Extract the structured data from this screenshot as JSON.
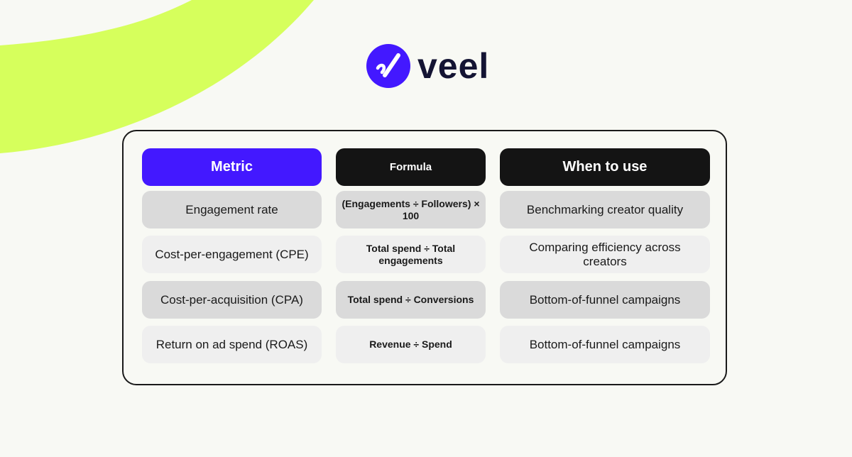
{
  "brand": {
    "name": "veel",
    "accent_color": "#4318ff",
    "lime_color": "#d6ff5c",
    "dark_color": "#141414"
  },
  "table": {
    "headers": [
      "Metric",
      "Formula",
      "When to use"
    ],
    "rows": [
      [
        "Engagement rate",
        "(Engagements ÷ Followers) × 100",
        "Benchmarking creator quality"
      ],
      [
        "Cost-per-engagement (CPE)",
        "Total spend ÷ Total engagements",
        "Comparing efficiency across creators"
      ],
      [
        "Cost-per-acquisition (CPA)",
        "Total spend ÷ Conversions",
        "Bottom-of-funnel campaigns"
      ],
      [
        "Return on ad spend (ROAS)",
        "Revenue ÷ Spend",
        "Bottom-of-funnel campaigns"
      ]
    ]
  }
}
